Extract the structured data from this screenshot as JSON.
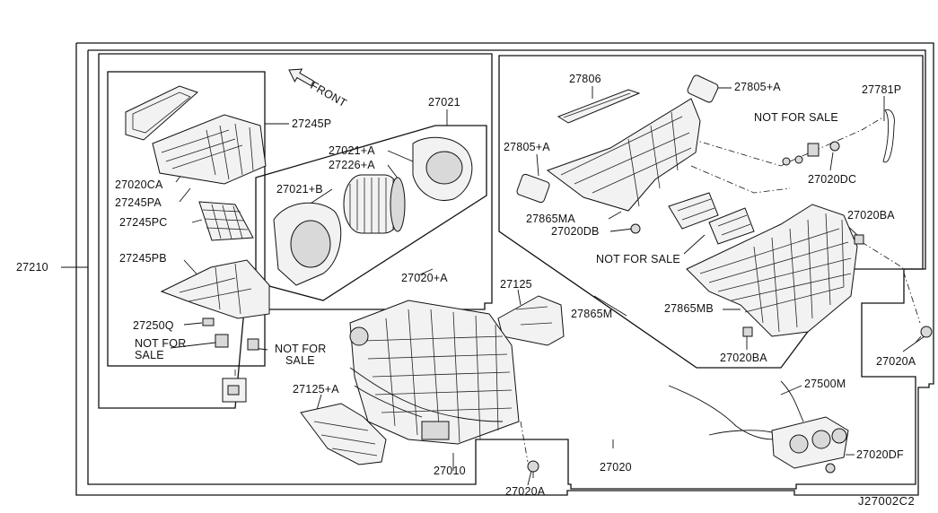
{
  "diagram_code": "J27002C2",
  "front_arrow_label": "FRONT",
  "labels": {
    "p27210": "27210",
    "p27245P": "27245P",
    "p27020CA": "27020CA",
    "p27245PA": "27245PA",
    "p27245PC": "27245PC",
    "p27245PB": "27245PB",
    "p27250Q": "27250Q",
    "nfs_left_a": "NOT FOR",
    "nfs_left_b": "SALE",
    "nfs_mid_a": "NOT FOR",
    "nfs_mid_b": "SALE",
    "p27021": "27021",
    "p27021A": "27021+A",
    "p27226A": "27226+A",
    "p27021B": "27021+B",
    "p27020A_plus": "27020+A",
    "p27125": "27125",
    "p27125A": "27125+A",
    "p27010": "27010",
    "p27020A_bottom": "27020A",
    "p27020": "27020",
    "p27806": "27806",
    "p27805A_top": "27805+A",
    "p27781P": "27781P",
    "nfs_top_right": "NOT FOR SALE",
    "p27805A_left": "27805+A",
    "p27020DC": "27020DC",
    "p27865MA": "27865MA",
    "p27020DB": "27020DB",
    "nfs_right_mid": "NOT FOR SALE",
    "p27020BA_top": "27020BA",
    "p27865M": "27865M",
    "p27865MB": "27865MB",
    "p27020BA_bottom": "27020BA",
    "p27020A_right": "27020A",
    "p27500M": "27500M",
    "p27020DF": "27020DF"
  }
}
